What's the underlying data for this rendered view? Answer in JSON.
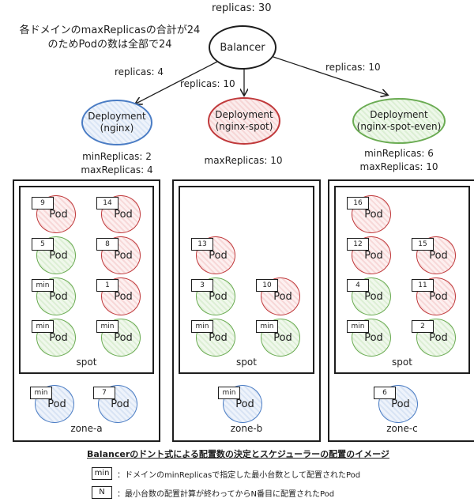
{
  "note": {
    "line1": "各ドメインのmaxReplicasの合計が24",
    "line2": "のためPodの数は全部で24"
  },
  "balancer": {
    "label": "Balancer",
    "replicas_label": "replicas: 30"
  },
  "edges": [
    {
      "to": "nginx",
      "label": "replicas: 4"
    },
    {
      "to": "nginx-spot",
      "label": "replicas: 10"
    },
    {
      "to": "nginx-spot-even",
      "label": "replicas: 10"
    }
  ],
  "deployments": [
    {
      "title": "Deployment",
      "name": "(nginx)",
      "color": "#4a7cc4",
      "min": "minReplicas: 2",
      "max": "maxReplicas: 4"
    },
    {
      "title": "Deployment",
      "name": "(nginx-spot)",
      "color": "#c0393b",
      "min": "",
      "max": "maxReplicas: 10"
    },
    {
      "title": "Deployment",
      "name": "(nginx-spot-even)",
      "color": "#6aab52",
      "min": "minReplicas: 6",
      "max": "maxReplicas: 10"
    }
  ],
  "zones": [
    {
      "name": "zone-a",
      "spot_label": "spot",
      "spot_pods": [
        {
          "badge": "9",
          "color": "red",
          "label": "Pod"
        },
        {
          "badge": "14",
          "color": "red",
          "label": "Pod"
        },
        {
          "badge": "5",
          "color": "green",
          "label": "Pod"
        },
        {
          "badge": "8",
          "color": "red",
          "label": "Pod"
        },
        {
          "badge": "min",
          "color": "green",
          "label": "Pod"
        },
        {
          "badge": "1",
          "color": "red",
          "label": "Pod"
        },
        {
          "badge": "min",
          "color": "green",
          "label": "Pod"
        },
        {
          "badge": "min",
          "color": "green",
          "label": "Pod"
        }
      ],
      "ondemand_pods": [
        {
          "badge": "min",
          "color": "blue",
          "label": "Pod"
        },
        {
          "badge": "7",
          "color": "blue",
          "label": "Pod"
        }
      ]
    },
    {
      "name": "zone-b",
      "spot_label": "spot",
      "spot_pods": [
        {
          "badge": "13",
          "color": "red",
          "label": "Pod"
        },
        {
          "badge": "3",
          "color": "green",
          "label": "Pod"
        },
        {
          "badge": "10",
          "color": "red",
          "label": "Pod"
        },
        {
          "badge": "min",
          "color": "green",
          "label": "Pod"
        },
        {
          "badge": "min",
          "color": "green",
          "label": "Pod"
        }
      ],
      "ondemand_pods": [
        {
          "badge": "min",
          "color": "blue",
          "label": "Pod"
        }
      ]
    },
    {
      "name": "zone-c",
      "spot_label": "spot",
      "spot_pods": [
        {
          "badge": "16",
          "color": "red",
          "label": "Pod"
        },
        {
          "badge": "12",
          "color": "red",
          "label": "Pod"
        },
        {
          "badge": "15",
          "color": "red",
          "label": "Pod"
        },
        {
          "badge": "4",
          "color": "green",
          "label": "Pod"
        },
        {
          "badge": "11",
          "color": "red",
          "label": "Pod"
        },
        {
          "badge": "min",
          "color": "green",
          "label": "Pod"
        },
        {
          "badge": "2",
          "color": "green",
          "label": "Pod"
        }
      ],
      "ondemand_pods": [
        {
          "badge": "6",
          "color": "blue",
          "label": "Pod"
        }
      ]
    }
  ],
  "caption": "Balancerのドント式による配置数の決定とスケジューラーの配置のイメージ",
  "legend": [
    {
      "box": "min",
      "text": "：ドメインのminReplicasで指定した最小台数として配置されたPod"
    },
    {
      "box": "N",
      "text": "：最小台数の配置計算が終わってからN番目に配置されたPod"
    }
  ]
}
